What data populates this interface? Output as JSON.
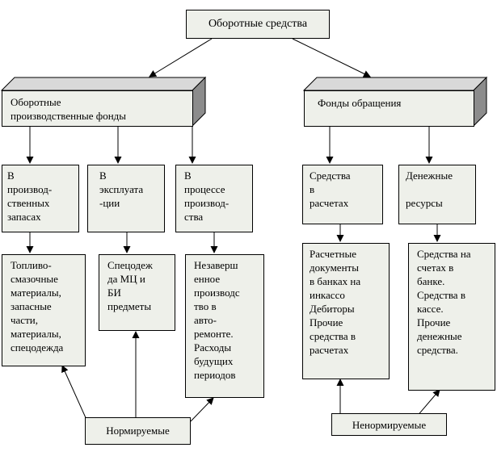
{
  "title": "Оборотные средства",
  "groups": {
    "production": "Оборотные\nпроизводственные фонды",
    "circulation": "Фонды обращения"
  },
  "categories": [
    "В\nпроизвод-\nственных\nзапасах",
    "В\nэксплуата\n-ции",
    "В\nпроцессе\nпроизвод-\nства",
    "Средства\nв\nрасчетах",
    "Денежные\n\nресурсы"
  ],
  "details": [
    "Топливо-\nсмазочные\nматериалы,\nзапасные\nчасти,\nматериалы,\nспецодежда",
    "Спецодеж\nда МЦ и\nБИ\nпредметы",
    "Незаверш\nенное\nпроизводс\nтво в\nавто-\nремонте.\nРасходы\nбудущих\nпериодов",
    "Расчетные\nдокументы\nв банках на\nинкассо\nДебиторы\nПрочие\nсредства в\nрасчетах",
    "Средства на\nсчетах в\nбанке.\nСредства в\nкассе.\nПрочие\nденежные\nсредства."
  ],
  "labels": {
    "normed": "Нормируемые",
    "non_normed": "Ненормируемые"
  },
  "colors": {
    "box_fill": "#eef0ea",
    "box_top": "#d9d9d9",
    "box_side": "#8c8c8c",
    "line": "#000000"
  }
}
